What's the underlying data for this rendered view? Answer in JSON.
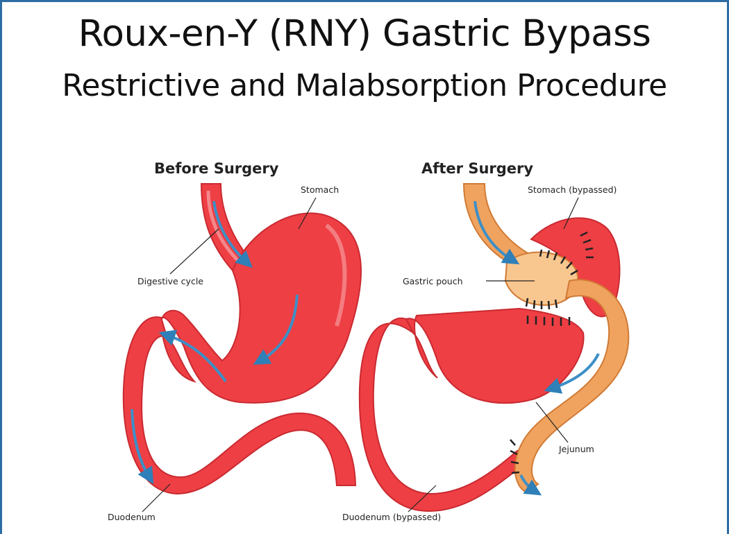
{
  "title": "Roux-en-Y (RNY) Gastric Bypass",
  "subtitle": "Restrictive and Malabsorption Procedure",
  "before": {
    "heading": "Before Surgery",
    "labels": {
      "stomach": "Stomach",
      "digestive_cycle": "Digestive cycle",
      "duodenum": "Duodenum"
    }
  },
  "after": {
    "heading": "After Surgery",
    "labels": {
      "stomach_bypassed": "Stomach (bypassed)",
      "gastric_pouch": "Gastric pouch",
      "jejunum": "Jejunum",
      "duodenum_bypassed": "Duodenum (bypassed)"
    }
  },
  "colors": {
    "stomach_red": "#ee3f44",
    "stomach_dark": "#c92a31",
    "pouch_orange": "#f0a35e",
    "pouch_light": "#f8c68f",
    "arrow_blue": "#3d8fc7",
    "frame_blue": "#2e6da4"
  }
}
